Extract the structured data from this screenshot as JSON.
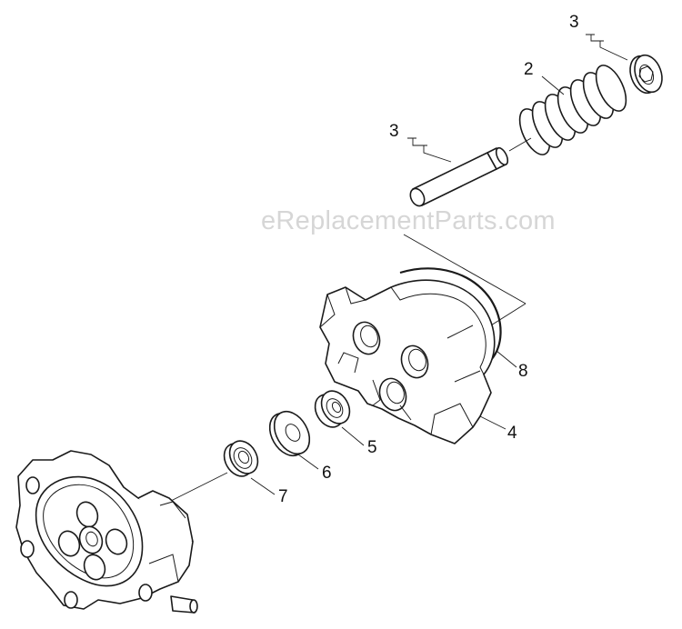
{
  "watermark": "eReplacementParts.com",
  "callouts": {
    "p3_top": "3",
    "p2": "2",
    "p3_mid": "3",
    "p8": "8",
    "p4": "4",
    "p5": "5",
    "p6": "6",
    "p7": "7"
  },
  "colors": {
    "line": "#1a1a1a",
    "watermark": "#cfcfcf",
    "background": "#ffffff"
  }
}
